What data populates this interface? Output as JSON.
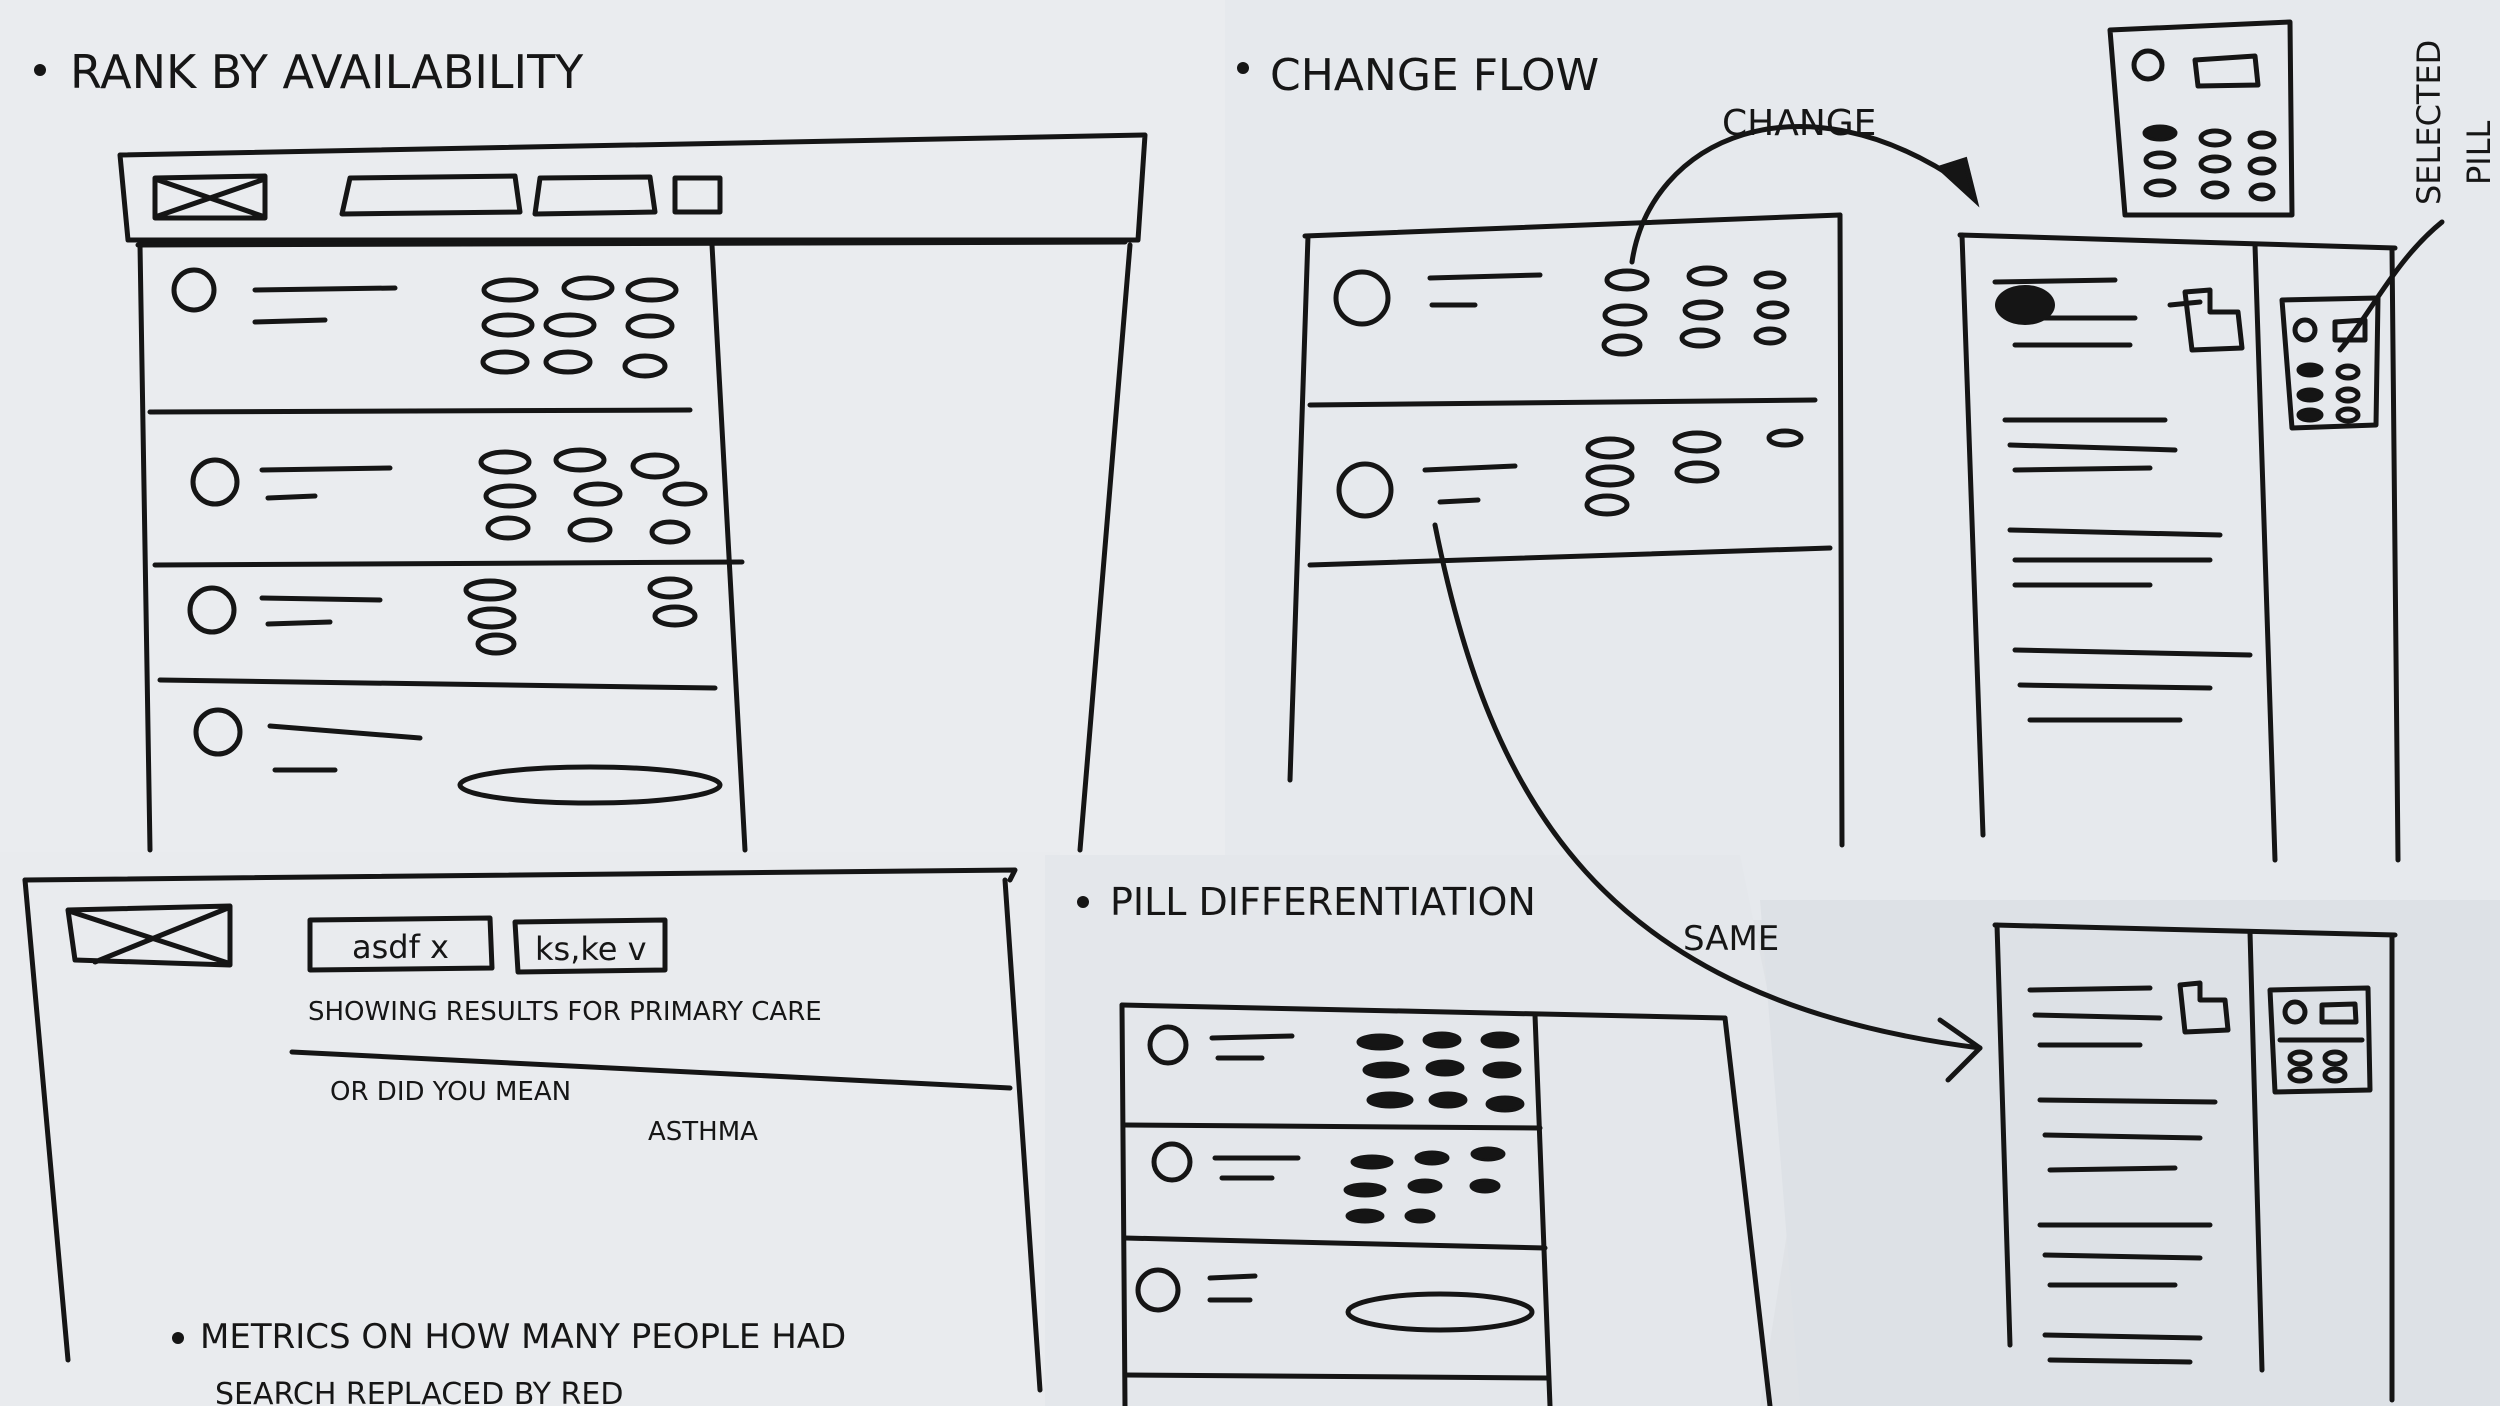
{
  "sections": {
    "rank": {
      "heading": "RANK BY AVAILABILITY"
    },
    "change_flow": {
      "heading": "CHANGE FLOW",
      "arrow_change_label": "CHANGE",
      "arrow_same_label": "SAME",
      "callout_label_line1": "SELECTED",
      "callout_label_line2": "PILL"
    },
    "search": {
      "chip_1": "asdf x",
      "chip_2": "ks,ke v",
      "results_line": "SHOWING RESULTS FOR PRIMARY CARE",
      "did_you_mean": "OR DID YOU MEAN",
      "did_you_mean_term": "ASTHMA",
      "metrics_note_line1": "METRICS ON HOW MANY PEOPLE HAD",
      "metrics_note_line2": "SEARCH REPLACED BY RED"
    },
    "pill_diff": {
      "heading": "PILL DIFFERENTIATION"
    }
  },
  "colors": {
    "paper": "#eceef1",
    "paper_shade": "#d9dde2",
    "ink": "#151515"
  }
}
